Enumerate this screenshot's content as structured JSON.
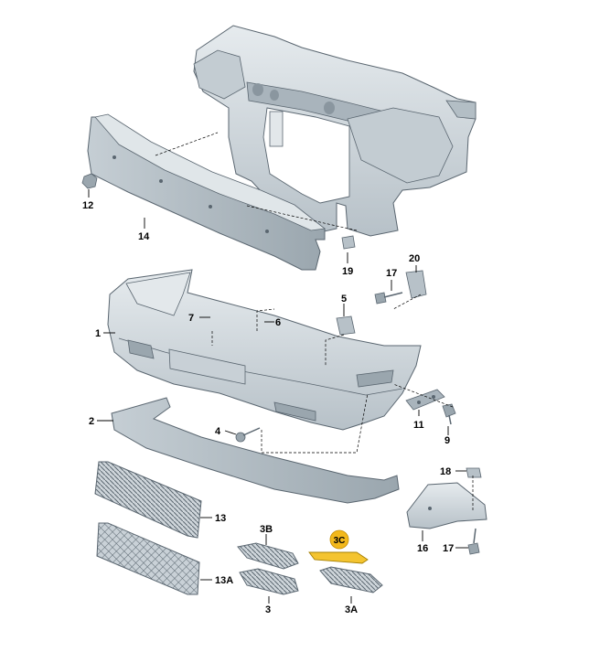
{
  "diagram": {
    "colors": {
      "part_fill": "#d6dde2",
      "part_shade": "#a9b4bc",
      "part_dark": "#7f8b94",
      "outline": "#5a6670",
      "highlight_part": "#f4c430",
      "highlight_badge": "#f2b81c"
    },
    "callouts": {
      "p1": "1",
      "p2": "2",
      "p3": "3",
      "p3a": "3A",
      "p3b": "3B",
      "p3c": "3C",
      "p4": "4",
      "p5": "5",
      "p6": "6",
      "p7": "7",
      "p9": "9",
      "p11": "11",
      "p12": "12",
      "p13": "13",
      "p13a": "13A",
      "p14": "14",
      "p16": "16",
      "p17a": "17",
      "p17b": "17",
      "p18": "18",
      "p19": "19",
      "p20": "20"
    }
  }
}
